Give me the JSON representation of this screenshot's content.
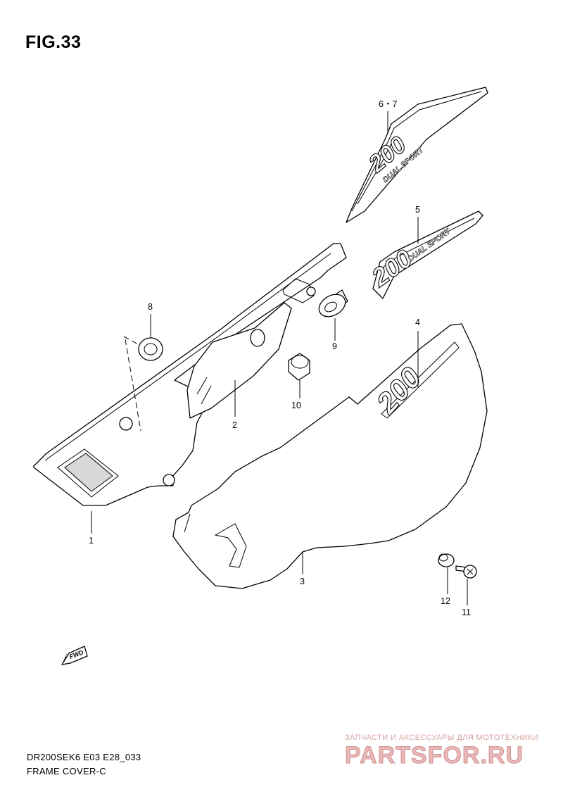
{
  "figure": {
    "title": "FIG.33",
    "model_code": "DR200SEK6 E03 E28_033",
    "section_name": "FRAME COVER-C"
  },
  "callouts": [
    "1",
    "2",
    "3",
    "4",
    "5",
    "6・7",
    "8",
    "9",
    "10",
    "11",
    "12"
  ],
  "emblems": {
    "main_number": "200",
    "sub_text": "DUAL SPORT",
    "side_number": "200"
  },
  "fwd_arrow": "FWD",
  "watermark": {
    "tagline": "ЗАПЧАСТИ И АКСЕССУАРЫ ДЛЯ МОТОТЕХНИКИ",
    "logo": "PARTSFOR.RU"
  },
  "colors": {
    "line": "#000000",
    "background": "#ffffff",
    "watermark": "#e8b9b9"
  }
}
